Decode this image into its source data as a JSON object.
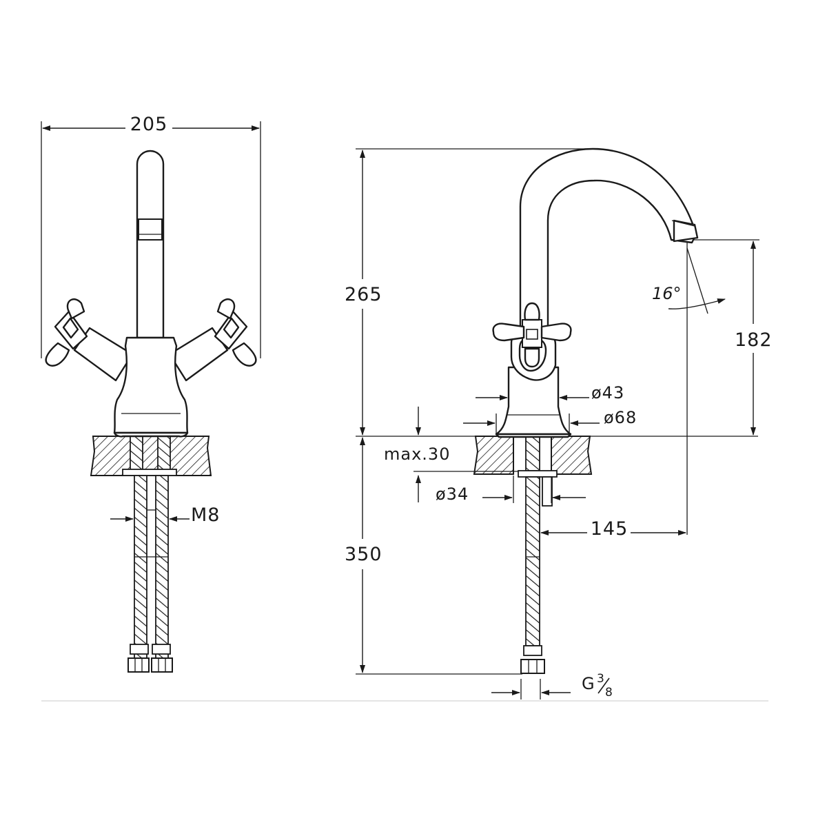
{
  "diagram": {
    "front_view": {
      "width_dim": "205",
      "thread_dim": "M8"
    },
    "side_view": {
      "height_dim": "265",
      "spout_height_dim": "182",
      "spout_angle_dim": "16°",
      "body_diameter_dim": "ø43",
      "base_diameter_dim": "ø68",
      "counter_thickness_dim": "max.30",
      "hole_diameter_dim": "ø34",
      "reach_dim": "145",
      "hose_length_dim": "350",
      "connection_dim_prefix": "G",
      "connection_dim_numerator": "3",
      "connection_dim_denominator": "8"
    }
  }
}
